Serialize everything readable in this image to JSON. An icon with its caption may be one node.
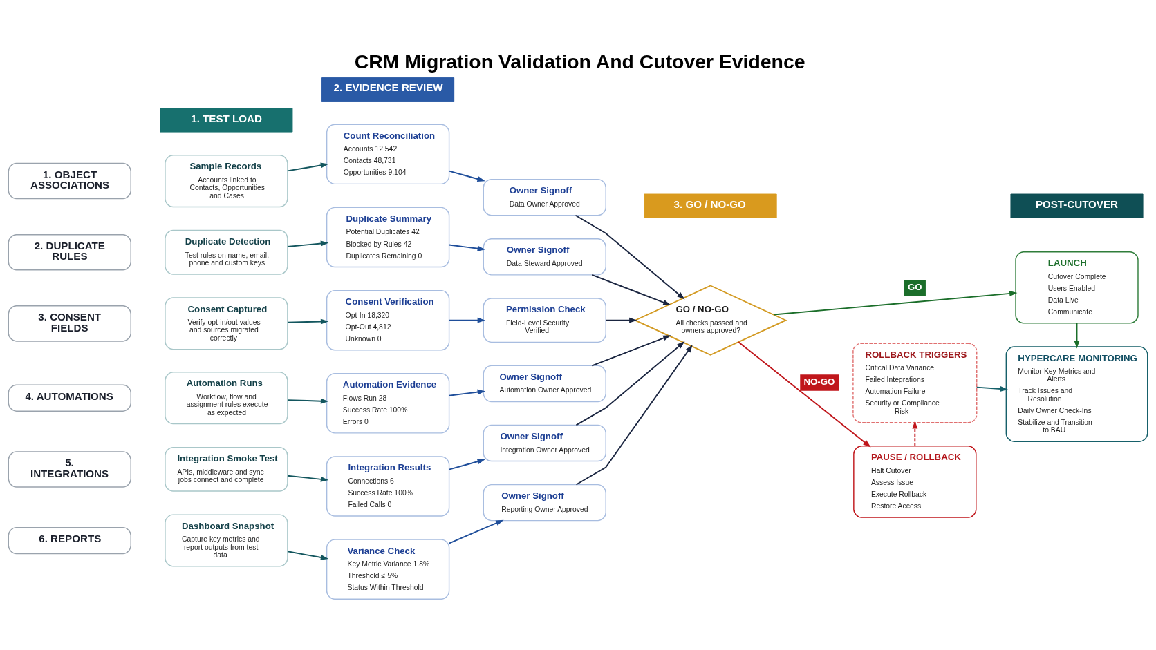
{
  "diagram": {
    "title": "CRM Migration Validation And Cutover Evidence",
    "nodes": [
      {
        "text": [
          "1. TEST LOAD"
        ]
      },
      {
        "text": [
          "2. EVIDENCE REVIEW"
        ]
      },
      {
        "text": [
          "3. GO / NO-GO"
        ]
      },
      {
        "text": [
          "POST-CUTOVER"
        ]
      },
      {
        "text": [
          "1. OBJECT ASSOCIATIONS"
        ]
      },
      {
        "text": [
          "Sample Records",
          "Accounts linked to Contacts, Opportunities and Cases"
        ]
      },
      {
        "text": [
          "Count Reconciliation",
          "Accounts 12,542",
          "Contacts 48,731",
          "Opportunities 9,104"
        ]
      },
      {
        "text": [
          "Owner Signoff",
          "Data Owner Approved"
        ]
      },
      {
        "text": [
          "2. DUPLICATE RULES"
        ]
      },
      {
        "text": [
          "Duplicate Detection",
          "Test rules on name, email, phone and custom keys"
        ]
      },
      {
        "text": [
          "Duplicate Summary",
          "Potential Duplicates 42",
          "Blocked by Rules 42",
          "Duplicates Remaining 0"
        ]
      },
      {
        "text": [
          "Owner Signoff",
          "Data Steward Approved"
        ]
      },
      {
        "text": [
          "3. CONSENT FIELDS"
        ]
      },
      {
        "text": [
          "Consent Captured",
          "Verify opt-in/out values and sources migrated correctly"
        ]
      },
      {
        "text": [
          "Consent Verification",
          "Opt-In 18,320",
          "Opt-Out 4,812",
          "Unknown 0"
        ]
      },
      {
        "text": [
          "Permission Check",
          "Field-Level Security Verified"
        ]
      },
      {
        "text": [
          "4. AUTOMATIONS"
        ]
      },
      {
        "text": [
          "Automation Runs",
          "Workflow, flow and assignment rules execute as expected"
        ]
      },
      {
        "text": [
          "Automation Evidence",
          "Flows Run 28",
          "Success Rate 100%",
          "Errors 0"
        ]
      },
      {
        "text": [
          "Owner Signoff",
          "Automation Owner Approved"
        ]
      },
      {
        "text": [
          "5. INTEGRATIONS"
        ]
      },
      {
        "text": [
          "Integration Smoke Test",
          "APIs, middleware and sync jobs connect and complete"
        ]
      },
      {
        "text": [
          "Integration Results",
          "Connections 6",
          "Success Rate 100%",
          "Failed Calls 0"
        ]
      },
      {
        "text": [
          "Owner Signoff",
          "Integration Owner Approved"
        ]
      },
      {
        "text": [
          "6. REPORTS"
        ]
      },
      {
        "text": [
          "Dashboard Snapshot",
          "Capture key metrics and report outputs from test data"
        ]
      },
      {
        "text": [
          "Variance Check",
          "Key Metric Variance 1.8%",
          "Threshold ≤ 5%",
          "Status Within Threshold"
        ]
      },
      {
        "text": [
          "Owner Signoff",
          "Reporting Owner Approved"
        ]
      },
      {
        "text": [
          "GO / NO-GO",
          "All checks passed and owners approved?"
        ]
      },
      {
        "text": [
          "LAUNCH",
          "Cutover Complete",
          "Users Enabled",
          "Data Live",
          "Communicate"
        ]
      },
      {
        "text": [
          "HYPERCARE MONITORING",
          "Monitor Key Metrics and Alerts",
          "Track Issues and Resolution",
          "Daily Owner Check-Ins",
          "Stabilize and Transition to BAU"
        ]
      },
      {
        "text": [
          "PAUSE / ROLLBACK",
          "Halt Cutover",
          "Assess Issue",
          "Execute Rollback",
          "Restore Access"
        ]
      },
      {
        "text": [
          "ROLLBACK TRIGGERS",
          "Critical Data Variance",
          "Failed Integrations",
          "Automation Failure",
          "Security or Compliance Risk"
        ]
      }
    ],
    "edges": [
      {
        "from": 5,
        "to": 6,
        "arrow": "to",
        "color": "#13565e"
      },
      {
        "from": 6,
        "to": 7,
        "arrow": "to",
        "color": "#1f4e9a"
      },
      {
        "from": 9,
        "to": 10,
        "arrow": "to",
        "color": "#13565e"
      },
      {
        "from": 10,
        "to": 11,
        "arrow": "to",
        "color": "#1f4e9a"
      },
      {
        "from": 13,
        "to": 14,
        "arrow": "to",
        "color": "#13565e"
      },
      {
        "from": 14,
        "to": 15,
        "arrow": "to",
        "color": "#1f4e9a"
      },
      {
        "from": 17,
        "to": 18,
        "arrow": "to",
        "color": "#13565e"
      },
      {
        "from": 18,
        "to": 19,
        "arrow": "to",
        "color": "#1f4e9a"
      },
      {
        "from": 21,
        "to": 22,
        "arrow": "to",
        "color": "#13565e"
      },
      {
        "from": 22,
        "to": 23,
        "arrow": "to",
        "color": "#1f4e9a"
      },
      {
        "from": 25,
        "to": 26,
        "arrow": "to",
        "color": "#13565e"
      },
      {
        "from": 26,
        "to": 27,
        "arrow": "to",
        "color": "#1f4e9a"
      },
      {
        "from": 7,
        "to": 28,
        "arrow": "to",
        "color": "#1a2540"
      },
      {
        "from": 11,
        "to": 28,
        "arrow": "to",
        "color": "#1a2540"
      },
      {
        "from": 15,
        "to": 28,
        "arrow": "to",
        "color": "#1a2540"
      },
      {
        "from": 19,
        "to": 28,
        "arrow": "to",
        "color": "#1a2540"
      },
      {
        "from": 23,
        "to": 28,
        "arrow": "to",
        "color": "#1a2540"
      },
      {
        "from": 27,
        "to": 28,
        "arrow": "to",
        "color": "#1a2540"
      },
      {
        "from": 28,
        "to": 29,
        "arrow": "to",
        "label": "GO",
        "color": "#1b6e2a"
      },
      {
        "from": 28,
        "to": 31,
        "arrow": "to",
        "label": "NO-GO",
        "color": "#c0161b"
      },
      {
        "from": 29,
        "to": 30,
        "arrow": "to",
        "color": "#1b6e2a"
      },
      {
        "from": 31,
        "to": 32,
        "arrow": "to",
        "style": "dashed",
        "color": "#c0161b"
      },
      {
        "from": 32,
        "to": 30,
        "arrow": "to",
        "color": "#16606a"
      }
    ]
  }
}
